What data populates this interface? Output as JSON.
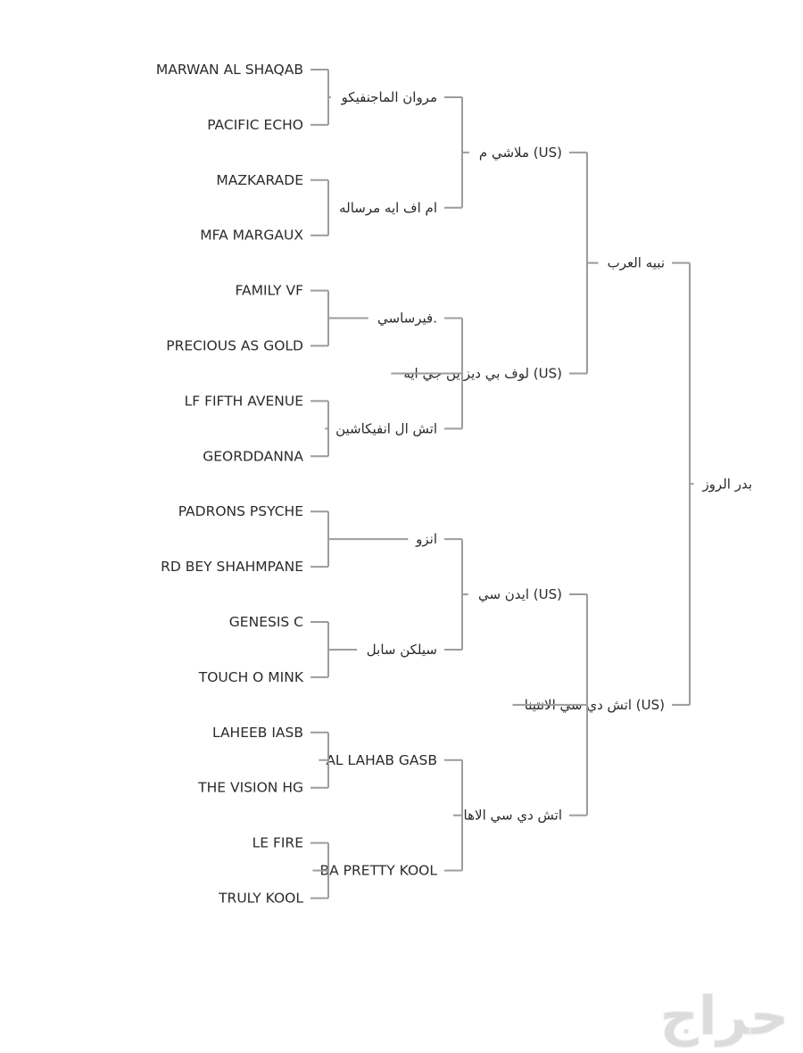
{
  "tree": {
    "name": "بدر الروز",
    "children": [
      {
        "name": "نبيه العرب",
        "children": [
          {
            "name": "ملاشي م (US)",
            "children": [
              {
                "name": "مروان الماجنفيكو",
                "children": [
                  {
                    "name": "MARWAN AL SHAQAB"
                  },
                  {
                    "name": "PACIFIC ECHO"
                  }
                ]
              },
              {
                "name": "ام اف ايه مرساله",
                "children": [
                  {
                    "name": "MAZKARADE"
                  },
                  {
                    "name": "MFA MARGAUX"
                  }
                ]
              }
            ]
          },
          {
            "name": "لوف بي ديزاين جي ايه (US)",
            "children": [
              {
                "name": "فيرساسي.",
                "children": [
                  {
                    "name": "FAMILY VF"
                  },
                  {
                    "name": "PRECIOUS AS GOLD"
                  }
                ]
              },
              {
                "name": "اتش ال انفيكاشين",
                "children": [
                  {
                    "name": "LF FIFTH AVENUE"
                  },
                  {
                    "name": "GEORDDANNA"
                  }
                ]
              }
            ]
          }
        ]
      },
      {
        "name": "اتش دي سي الانتينا (US)",
        "children": [
          {
            "name": "ايدن سي (US)",
            "children": [
              {
                "name": "انزو",
                "children": [
                  {
                    "name": "PADRONS PSYCHE"
                  },
                  {
                    "name": "RD BEY SHAHMPANE"
                  }
                ]
              },
              {
                "name": "سيلكن سابل",
                "children": [
                  {
                    "name": "GENESIS C"
                  },
                  {
                    "name": "TOUCH O MINK"
                  }
                ]
              }
            ]
          },
          {
            "name": "اتش دي سي الاها",
            "children": [
              {
                "name": "AL LAHAB GASB",
                "children": [
                  {
                    "name": "LAHEEB IASB"
                  },
                  {
                    "name": "THE VISION HG"
                  }
                ]
              },
              {
                "name": "BA PRETTY KOOL",
                "children": [
                  {
                    "name": "LE FIRE"
                  },
                  {
                    "name": "TRULY KOOL"
                  }
                ]
              }
            ]
          }
        ]
      }
    ]
  },
  "watermark": {
    "text": "حراج"
  },
  "colors": {
    "connector": "#9c9c9c",
    "text": "#2b2b2b",
    "watermark": "#d9d9d9"
  }
}
